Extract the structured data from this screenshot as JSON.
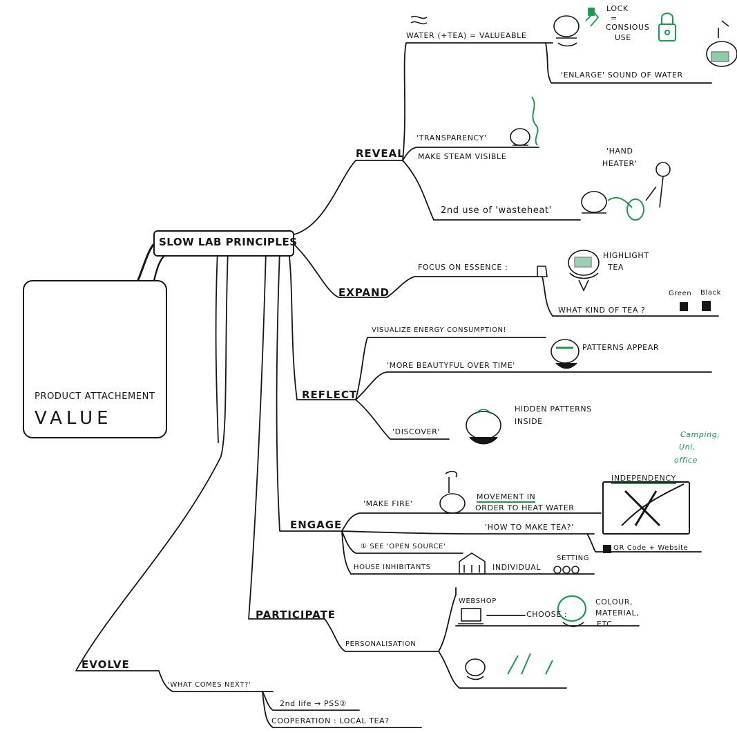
{
  "diagram": {
    "central": "SLOW LAB PRINCIPLES",
    "value_box": {
      "subtitle": "PRODUCT ATTACHEMENT",
      "title": "VALUE"
    },
    "branches": {
      "reveal": {
        "label": "REVEAL",
        "water": "WATER (+TEA) = VALUEABLE",
        "lock": "LOCK",
        "eq": "=",
        "conscious1": "CONSIOUS",
        "conscious2": "USE",
        "sound": "'ENLARGE' SOUND OF WATER",
        "transparency": "'TRANSPARENCY'",
        "steam": "MAKE STEAM VISIBLE",
        "hand1": "'HAND",
        "hand2": "HEATER'",
        "waste": "2nd use of 'wasteheat'"
      },
      "expand": {
        "label": "EXPAND",
        "focus": "FOCUS ON ESSENCE :",
        "highlight1": "HIGHLIGHT",
        "highlight2": "TEA",
        "green": "Green",
        "black": "Black",
        "kind": "WHAT KIND OF TEA ?"
      },
      "reflect": {
        "label": "REFLECT",
        "energy": "VISUALIZE ENERGY CONSUMPTION!",
        "beautiful": "'MORE BEAUTYFUL OVER TIME'",
        "patterns": "PATTERNS APPEAR",
        "discover": "'DISCOVER'",
        "hidden1": "HIDDEN PATTERNS",
        "hidden2": "INSIDE"
      },
      "engage": {
        "label": "ENGAGE",
        "camping1": "Camping,",
        "camping2": "Uni,",
        "camping3": "office",
        "independency": "INDEPENDENCY",
        "fire": "'MAKE FIRE'",
        "movement1": "MOVEMENT IN",
        "movement2": "ORDER TO HEAT WATER",
        "howto": "'HOW TO MAKE TEA?'",
        "opensource": "① SEE 'OPEN SOURCE'",
        "qr": "QR Code + Website",
        "house": "HOUSE INHIBITANTS",
        "individual": "INDIVIDUAL",
        "setting": "SETTING"
      },
      "participate": {
        "label": "PARTICIPATE",
        "webshop": "WEBSHOP",
        "choose": "CHOOSE :",
        "colour1": "COLOUR,",
        "colour2": "MATERIAL,",
        "colour3": "ETC.",
        "personal": "PERSONALISATION"
      },
      "evolve": {
        "label": "EVOLVE",
        "next": "'WHAT COMES NEXT?'",
        "life": "2nd life → PSS②",
        "coop": "COOPERATION : LOCAL TEA?"
      }
    },
    "colors": {
      "ink": "#161616",
      "accent": "#1b9a4f"
    }
  }
}
